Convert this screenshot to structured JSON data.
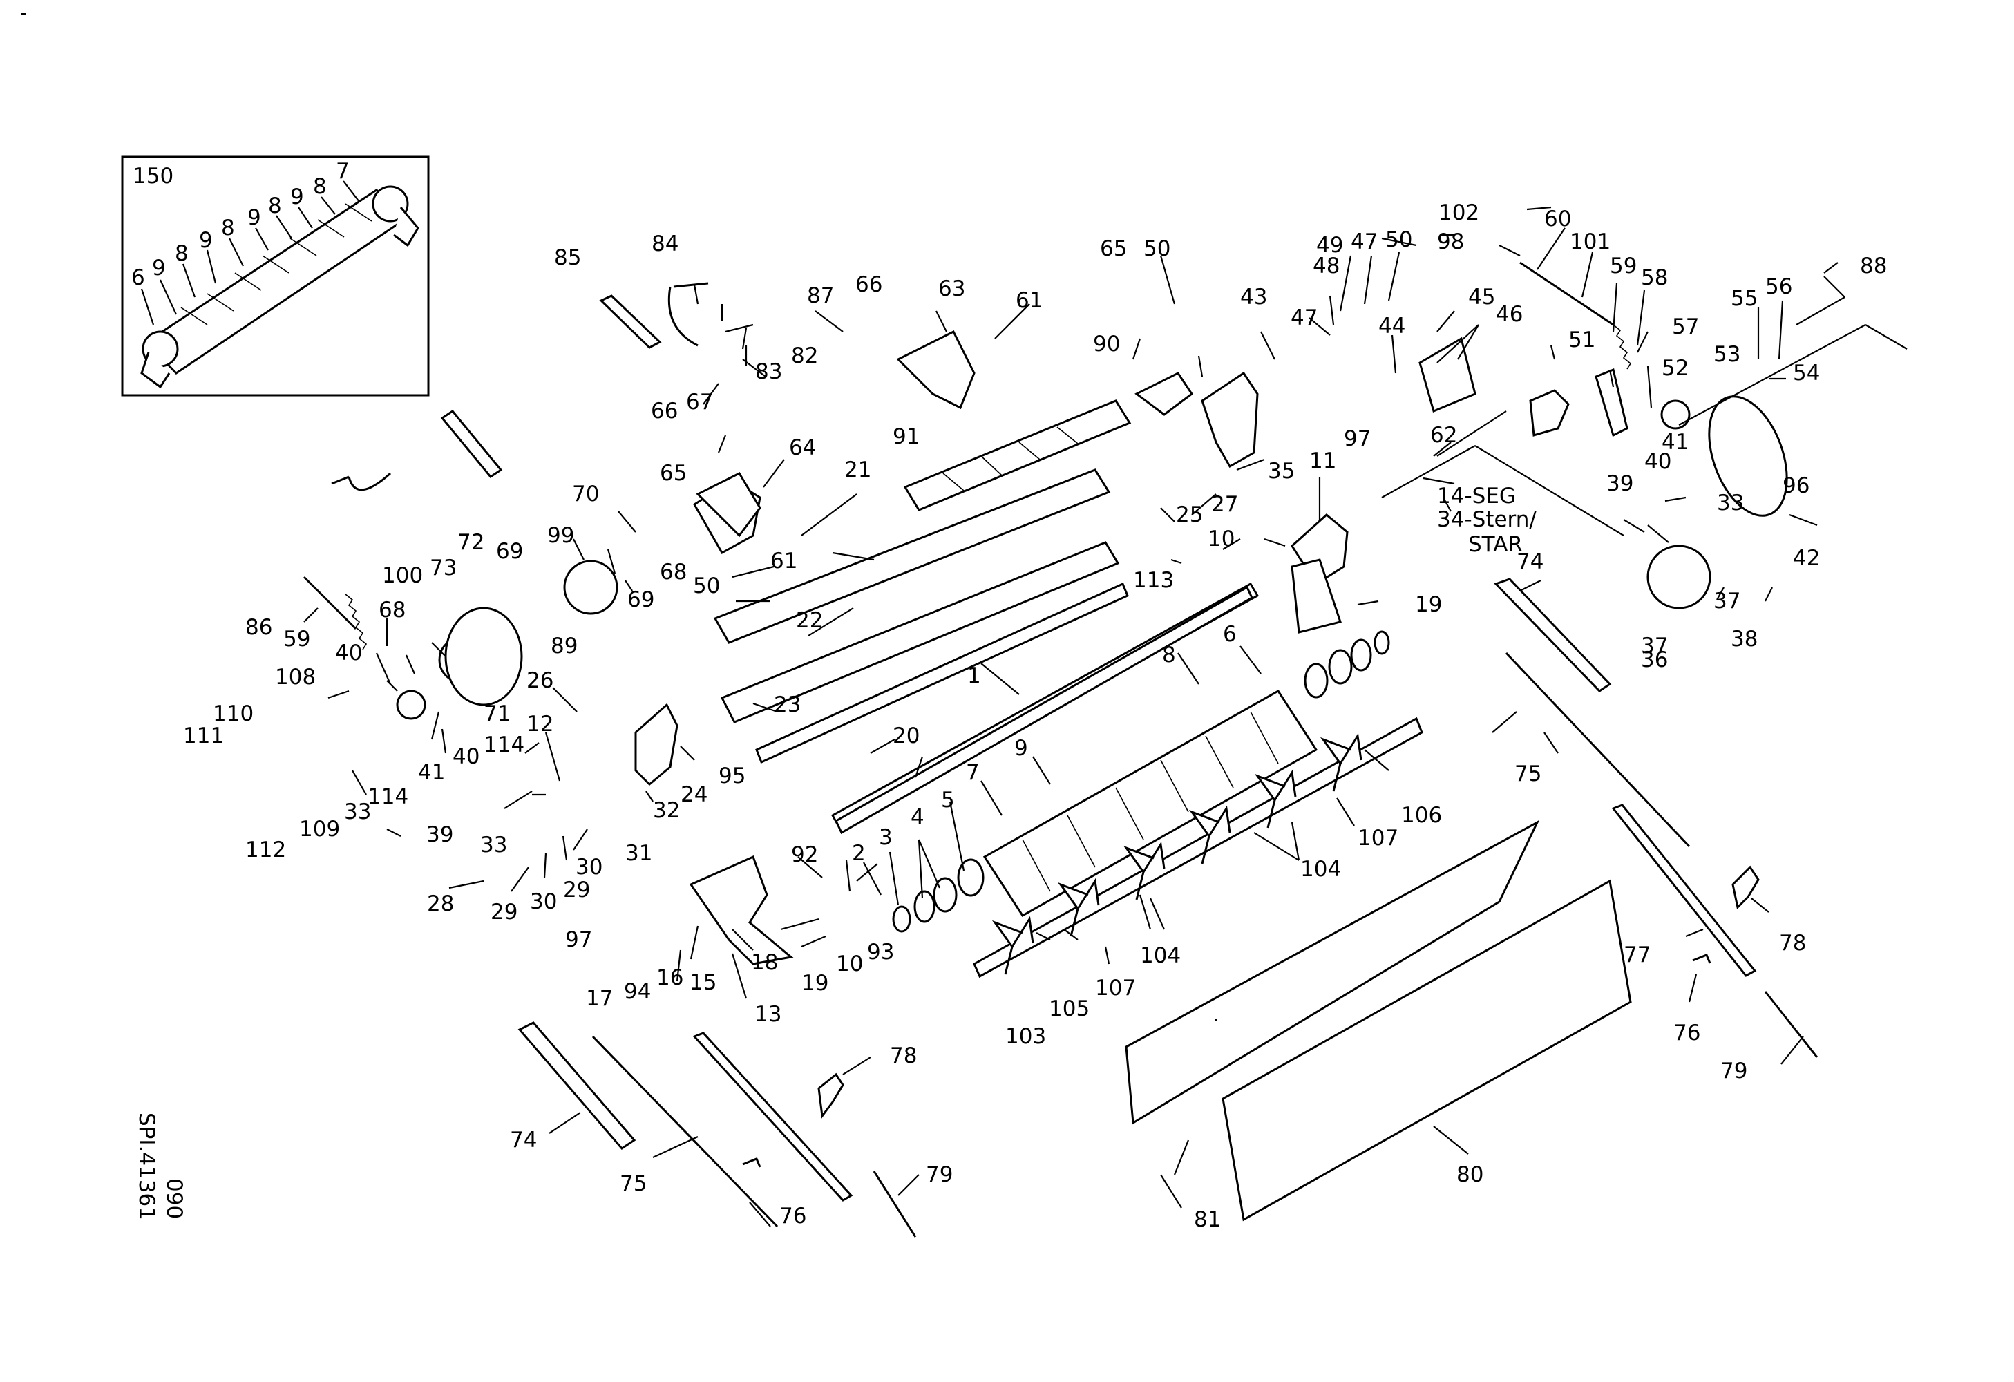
{
  "drawing": {
    "code": "SPI.41361",
    "page": "090",
    "inset_label": "150",
    "note_lines": [
      "14-SEG",
      "34-Stern/",
      "STAR"
    ],
    "callouts": [
      "1",
      "2",
      "3",
      "4",
      "5",
      "6",
      "7",
      "8",
      "9",
      "10",
      "11",
      "12",
      "13",
      "15",
      "16",
      "17",
      "18",
      "19",
      "20",
      "21",
      "22",
      "23",
      "24",
      "25",
      "26",
      "27",
      "28",
      "29",
      "30",
      "31",
      "32",
      "33",
      "35",
      "36",
      "37",
      "38",
      "39",
      "40",
      "41",
      "42",
      "43",
      "44",
      "45",
      "46",
      "47",
      "48",
      "49",
      "50",
      "51",
      "52",
      "53",
      "54",
      "55",
      "56",
      "57",
      "58",
      "59",
      "60",
      "61",
      "62",
      "63",
      "64",
      "65",
      "66",
      "67",
      "68",
      "69",
      "70",
      "71",
      "72",
      "73",
      "74",
      "75",
      "76",
      "77",
      "78",
      "79",
      "80",
      "81",
      "82",
      "83",
      "84",
      "85",
      "86",
      "87",
      "88",
      "89",
      "90",
      "91",
      "92",
      "93",
      "94",
      "95",
      "96",
      "97",
      "98",
      "99",
      "100",
      "101",
      "102",
      "103",
      "104",
      "105",
      "106",
      "107",
      "108",
      "109",
      "110",
      "111",
      "112",
      "113",
      "114"
    ],
    "inset_callouts": [
      "6",
      "7",
      "8",
      "9"
    ]
  }
}
